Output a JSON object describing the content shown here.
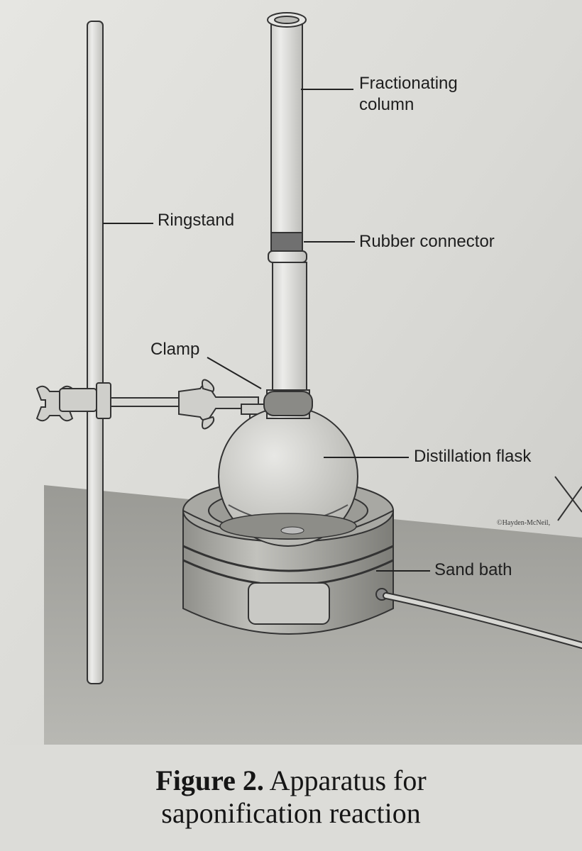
{
  "labels": {
    "fractionating_column": "Fractionating\ncolumn",
    "ringstand": "Ringstand",
    "rubber_connector": "Rubber connector",
    "clamp": "Clamp",
    "distillation_flask": "Distillation flask",
    "sand_bath": "Sand bath"
  },
  "credit": "©Hayden-McNeil,",
  "caption": {
    "lead": "Figure 2.",
    "text": "Apparatus for\nsaponification reaction"
  }
}
